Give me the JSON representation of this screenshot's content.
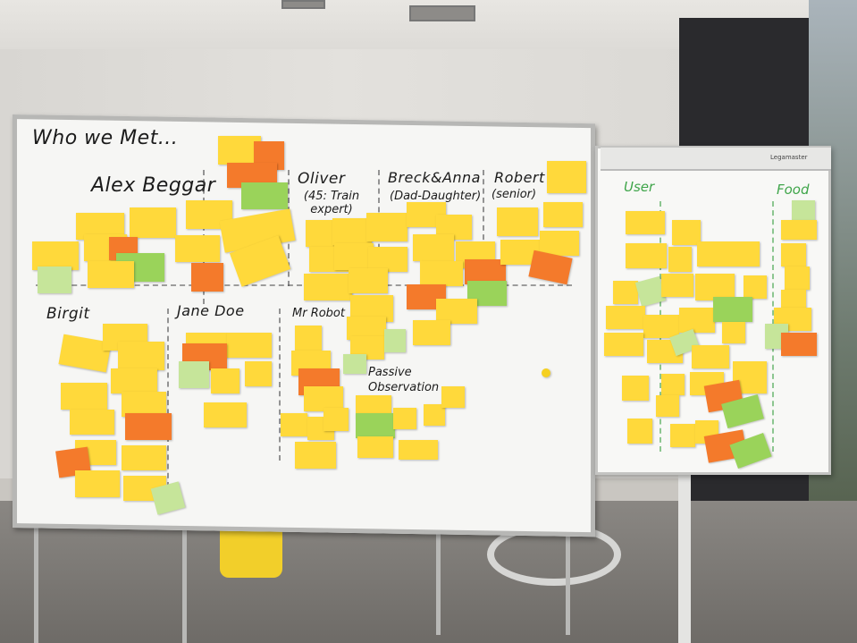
{
  "board": {
    "title": "Who we Met...",
    "headings": {
      "alex": "Alex Beggar",
      "oliver": "Oliver",
      "oliver_sub": "(45: Train expert)",
      "breck": "Breck&Anna",
      "breck_sub": "(Dad-Daughter)",
      "robert": "Robert",
      "robert_sub": "(senior)",
      "birgit": "Birgit",
      "jane": "Jane Doe",
      "mrrobot": "Mr Robot",
      "passive": "Passive",
      "passive_sub": "Observation"
    }
  },
  "flipchart": {
    "brand": "Legamaster",
    "col_left": "User",
    "col_right": "Food"
  },
  "colors": {
    "note_yellow": "#ffd93b",
    "note_orange": "#f47a2b",
    "note_green": "#9ad35a",
    "note_light_green": "#c6e59a",
    "whiteboard": "#f6f6f4"
  }
}
